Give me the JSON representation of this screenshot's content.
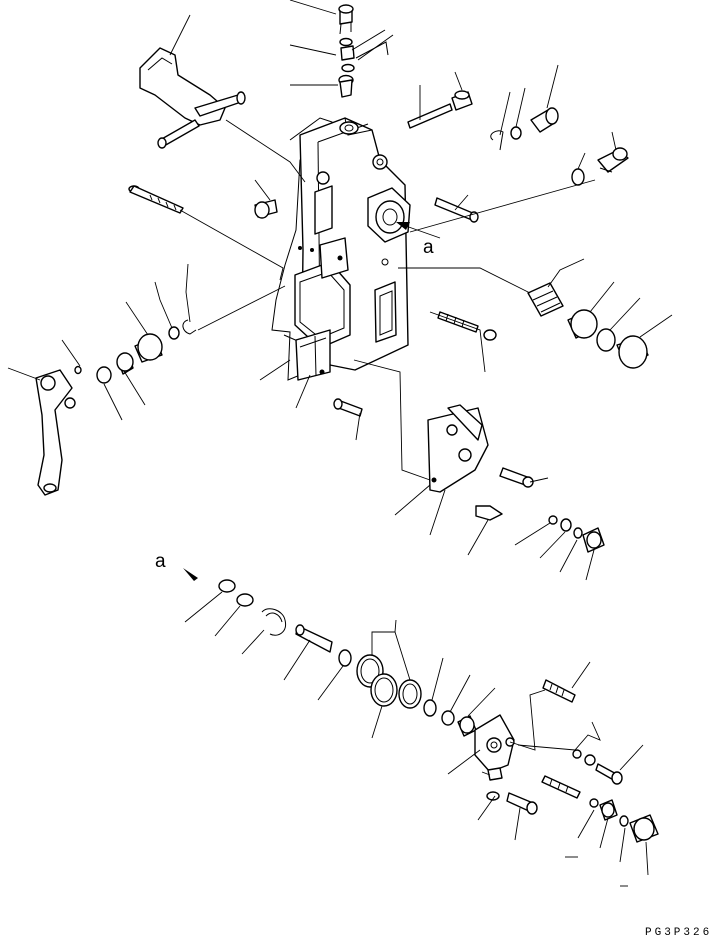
{
  "diagram": {
    "callout_upper": "a",
    "callout_lower": "a",
    "drawing_code": "PG3P326"
  }
}
